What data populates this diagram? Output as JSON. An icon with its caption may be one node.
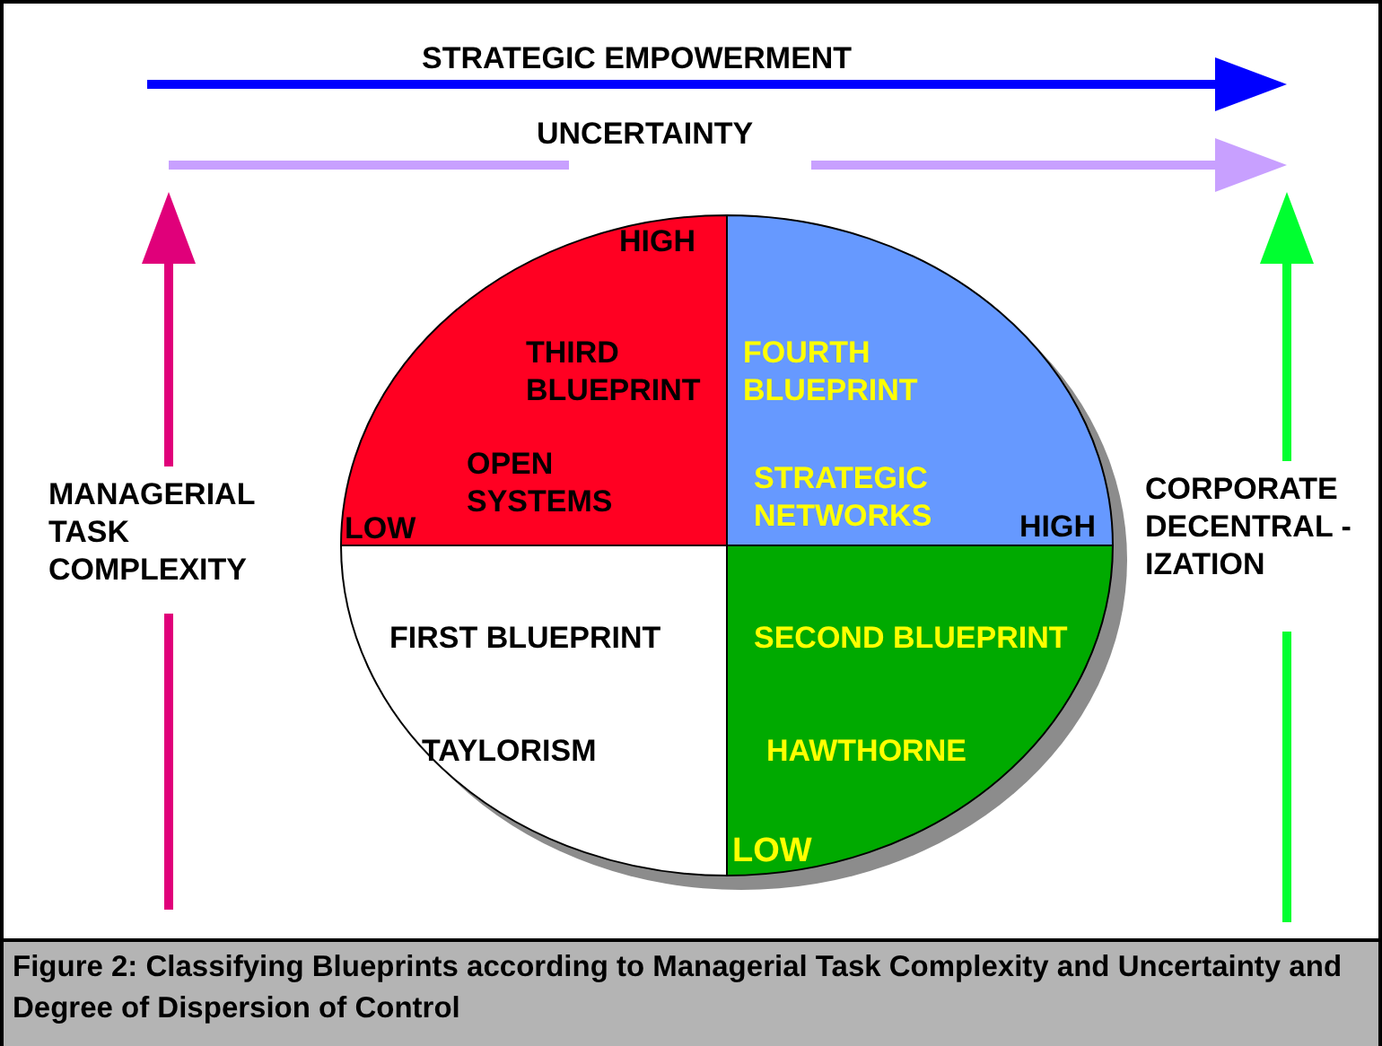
{
  "diagram": {
    "caption": "Figure 2: Classifying Blueprints according to Managerial Task Complexity and Uncertainty and Degree of Dispersion of Control",
    "nodes": [
      {
        "text": [
          "THIRD BLUEPRINT",
          "OPEN SYSTEMS"
        ]
      },
      {
        "text": [
          "FOURTH BLUEPRINT",
          "STRATEGIC NETWORKS"
        ]
      },
      {
        "text": [
          "FIRST BLUEPRINT",
          "TAYLORISM"
        ]
      },
      {
        "text": [
          "SECOND BLUEPRINT",
          "HAWTHORNE"
        ]
      }
    ],
    "edges": [],
    "labels": [
      "STRATEGIC EMPOWERMENT",
      "UNCERTAINTY",
      "HIGH",
      "MANAGERIAL TASK COMPLEXITY",
      "CORPORATE DECENTRAL -IZATION",
      "LOW",
      "HIGH",
      "LOW"
    ]
  }
}
